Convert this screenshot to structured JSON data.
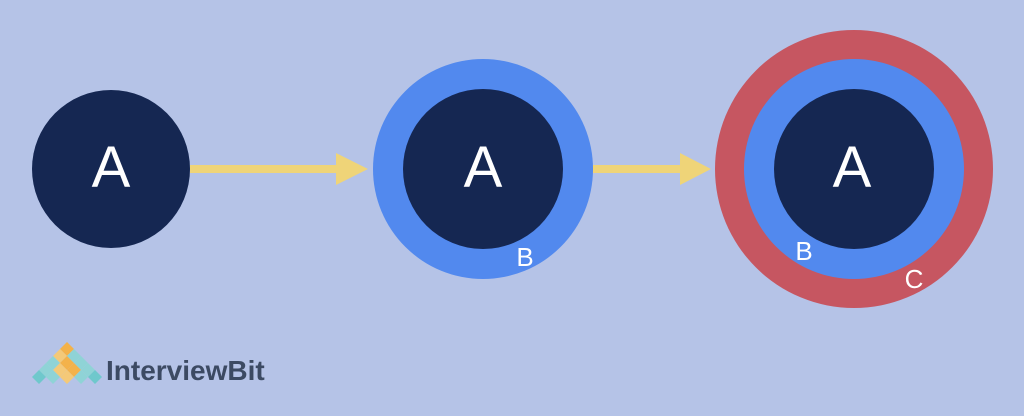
{
  "diagram": {
    "steps": [
      {
        "layers": [
          "A"
        ]
      },
      {
        "layers": [
          "A",
          "B"
        ]
      },
      {
        "layers": [
          "A",
          "B",
          "C"
        ]
      }
    ],
    "colors": {
      "background": "#b5c3e7",
      "core": "#152752",
      "layer_b": "#5289ee",
      "layer_c": "#c65661",
      "arrow": "#efd478"
    }
  },
  "logo": {
    "text": "InterviewBit",
    "icon": "pyramid-dots-icon"
  }
}
